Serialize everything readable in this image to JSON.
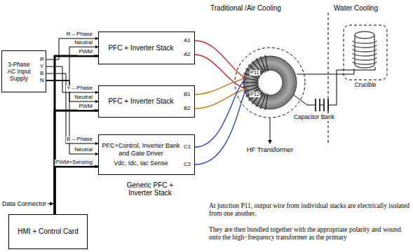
{
  "diagram": {
    "nodes": [
      {
        "text": [
          "3-Phase AC Input Supply"
        ]
      },
      {
        "text": [
          "PFC + Inverter Stack"
        ]
      },
      {
        "text": [
          "PFC + Inverter Stack"
        ]
      },
      {
        "text": [
          "PFC+Control, Inverter Bank and Gate Driver",
          "Vdc, Idc, Iac Sense"
        ]
      },
      {
        "text": [
          "HMI + Control Card"
        ]
      }
    ],
    "edges": [
      {
        "from": 0,
        "to": 1,
        "label": "R – Phase",
        "arrow": "to"
      },
      {
        "from": 0,
        "to": 1,
        "label": "Neutral",
        "arrow": "to"
      },
      {
        "from": 4,
        "to": 1,
        "label": "PWM",
        "arrow": "to"
      },
      {
        "from": 0,
        "to": 2,
        "label": "Y – Phase",
        "arrow": "to"
      },
      {
        "from": 0,
        "to": 2,
        "label": "Neutral",
        "arrow": "to"
      },
      {
        "from": 4,
        "to": 2,
        "label": "PWM",
        "arrow": "to"
      },
      {
        "from": 0,
        "to": 3,
        "label": "B – Phase",
        "arrow": "to"
      },
      {
        "from": 0,
        "to": 3,
        "label": "Neutral",
        "arrow": "to"
      },
      {
        "from": 4,
        "to": 3,
        "label": "PWM+Sensing",
        "arrow": "to"
      }
    ],
    "labels": [
      "R",
      "Y",
      "B",
      "N",
      "A1",
      "A2",
      "B1",
      "B2",
      "C1",
      "C2",
      "P11",
      "P12",
      "Traditional /Air Cooling",
      "Water Cooling",
      "HF Transformer",
      "Capacitor Bank",
      "Crucible",
      "Data Connector",
      "Generic PFC + Inverter Stack",
      "At junction P11, output wire from individual stacks are electrically isolated from one another.",
      "They are then bundled together with the appropriate polarity and wound onto the high−frequency transformer as the primary"
    ]
  }
}
